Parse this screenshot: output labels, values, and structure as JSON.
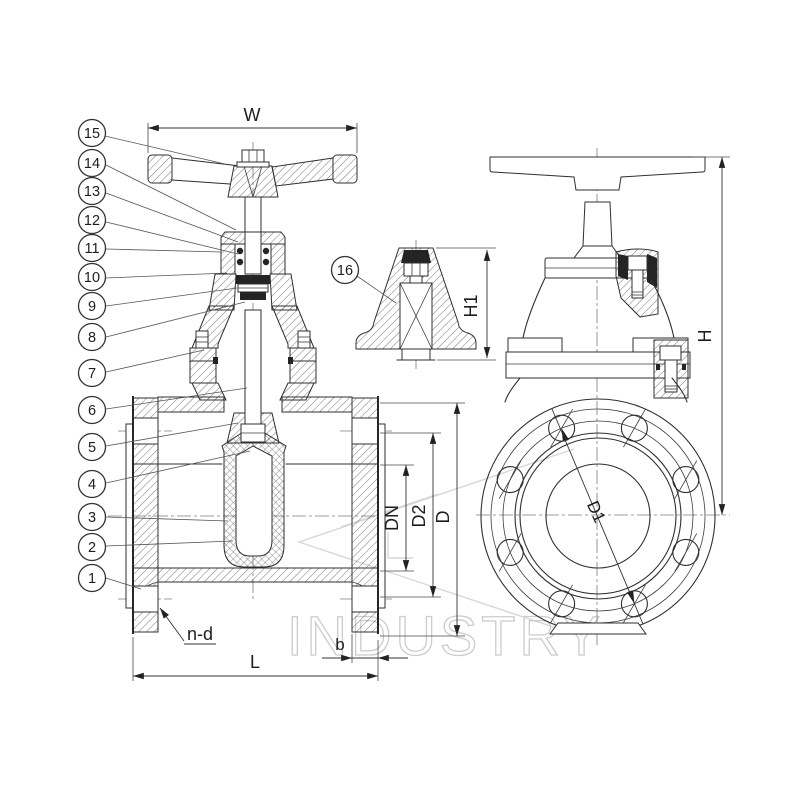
{
  "watermark": "INDUSTRY",
  "callouts": {
    "c1": "1",
    "c2": "2",
    "c3": "3",
    "c4": "4",
    "c5": "5",
    "c6": "6",
    "c7": "7",
    "c8": "8",
    "c9": "9",
    "c10": "10",
    "c11": "11",
    "c12": "12",
    "c13": "13",
    "c14": "14",
    "c15": "15",
    "c16": "16"
  },
  "dimensions": {
    "w": "W",
    "h": "H",
    "h1": "H1",
    "dn": "DN",
    "d2": "D2",
    "d": "D",
    "d1": "D1",
    "l": "L",
    "b": "b",
    "n_d": "n-d"
  }
}
